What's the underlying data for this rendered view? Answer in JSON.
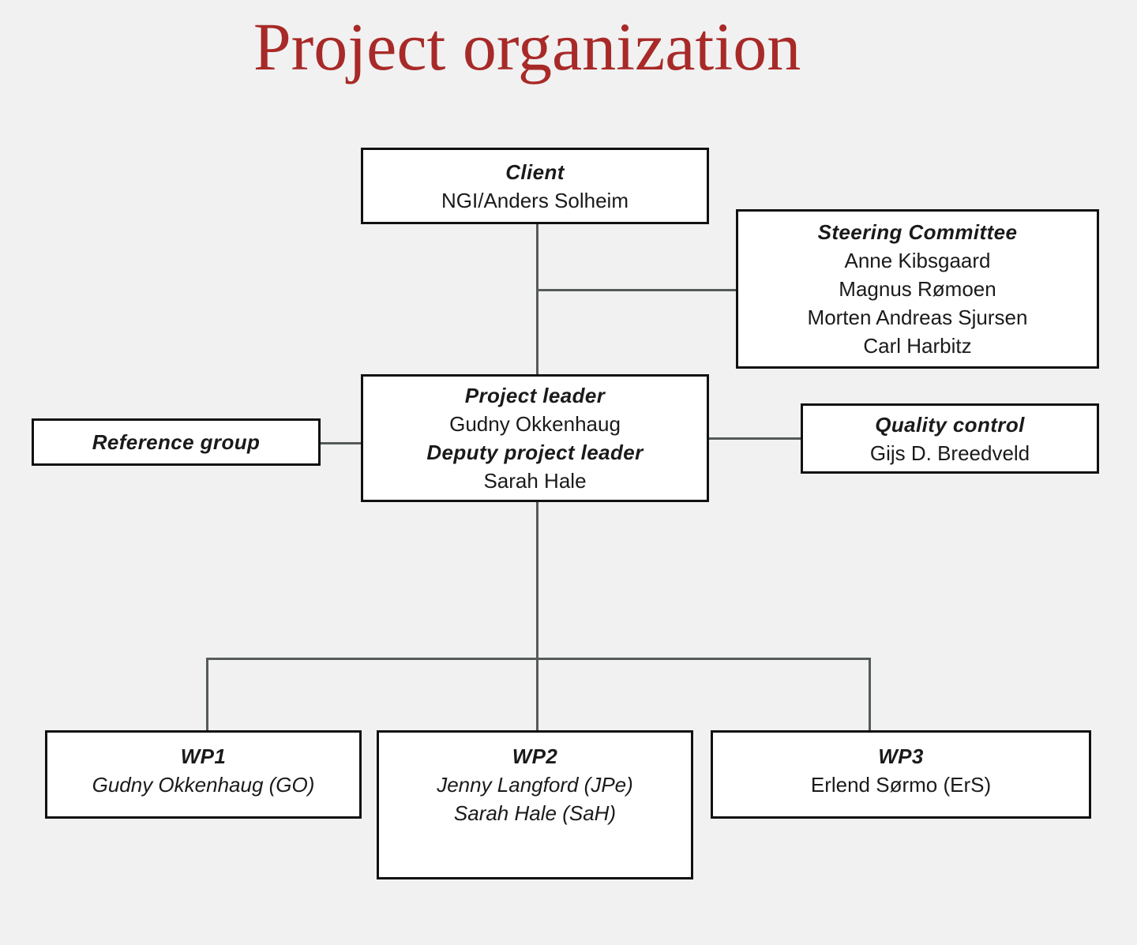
{
  "slide": {
    "title": "Project organization",
    "background_color": "#f1f1f1",
    "title_color": "#a82a28",
    "box_border_color": "#111111",
    "box_fill_color": "#ffffff",
    "connector_color": "#555a5a"
  },
  "chart_data": {
    "type": "diagram",
    "diagram_kind": "organization-chart",
    "title": "Project organization",
    "nodes": [
      {
        "id": "client",
        "header": "Client",
        "lines": [
          "NGI/Anders Solheim"
        ]
      },
      {
        "id": "steering",
        "header": "Steering Committee",
        "lines": [
          "Anne Kibsgaard",
          "Magnus Rømoen",
          "Morten Andreas Sjursen",
          "Carl Harbitz"
        ]
      },
      {
        "id": "leader",
        "header": "Project leader",
        "lines": [
          "Gudny Okkenhaug",
          "Deputy project leader",
          "Sarah Hale"
        ]
      },
      {
        "id": "reference",
        "header": "Reference group",
        "lines": []
      },
      {
        "id": "quality",
        "header": "Quality control",
        "lines": [
          "Gijs D. Breedveld"
        ]
      },
      {
        "id": "wp1",
        "header": "WP1",
        "lines": [
          "Gudny Okkenhaug (GO)"
        ]
      },
      {
        "id": "wp2",
        "header": "WP2",
        "lines": [
          "Jenny Langford (JPe)",
          "Sarah Hale (SaH)"
        ]
      },
      {
        "id": "wp3",
        "header": "WP3",
        "lines": [
          "Erlend Sørmo (ErS)"
        ]
      }
    ],
    "edges": [
      {
        "from": "client",
        "to": "leader"
      },
      {
        "from": "client",
        "to": "steering"
      },
      {
        "from": "leader",
        "to": "reference"
      },
      {
        "from": "leader",
        "to": "quality"
      },
      {
        "from": "leader",
        "to": "wp1"
      },
      {
        "from": "leader",
        "to": "wp2"
      },
      {
        "from": "leader",
        "to": "wp3"
      }
    ]
  },
  "client": {
    "header": "Client",
    "line1": "NGI/Anders Solheim"
  },
  "steering": {
    "header": "Steering Committee",
    "line1": "Anne Kibsgaard",
    "line2": "Magnus Rømoen",
    "line3": "Morten Andreas Sjursen",
    "line4": "Carl Harbitz"
  },
  "leader": {
    "header": "Project leader",
    "line1": "Gudny Okkenhaug",
    "header2": "Deputy project leader",
    "line2": "Sarah Hale"
  },
  "reference": {
    "header": "Reference group"
  },
  "quality": {
    "header": "Quality control",
    "line1": "Gijs D. Breedveld"
  },
  "wp1": {
    "header": "WP1",
    "line1": "Gudny Okkenhaug (GO)"
  },
  "wp2": {
    "header": "WP2",
    "line1": "Jenny Langford (JPe)",
    "line2": "Sarah Hale (SaH)"
  },
  "wp3": {
    "header": "WP3",
    "line1": "Erlend Sørmo (ErS)"
  }
}
